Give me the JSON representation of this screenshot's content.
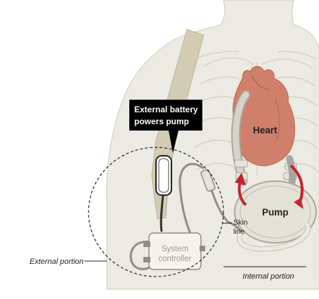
{
  "labels": {
    "battery_callout": [
      "External battery",
      "powers pump"
    ],
    "heart": "Heart",
    "pump": "Pump",
    "skin_line": [
      "Skin",
      "line"
    ],
    "system_controller": [
      "System",
      "controller"
    ],
    "external_portion": "External portion",
    "internal_portion": "Internal portion"
  },
  "colors": {
    "background": "#ffffff",
    "body": "#ecebe3",
    "body_line": "#cfcdbf",
    "ribs": "#d9d7cb",
    "strap": "#d2cdb2",
    "strap_edge": "#b8b398",
    "heart": "#cf7f6a",
    "heart_dark": "#b86652",
    "arrow": "#c0262a",
    "pump_fill": "#e4e2d7",
    "cable": "#8e8c84",
    "tube": "#ecebe3",
    "callout_bg": "#000000",
    "callout_text": "#ffffff",
    "text": "#222222"
  }
}
